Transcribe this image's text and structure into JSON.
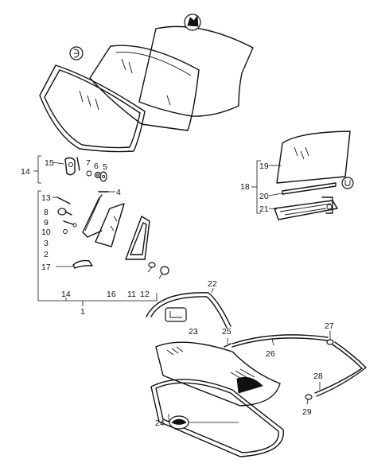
{
  "labels": {
    "l1": "1",
    "l2": "2",
    "l3": "3",
    "l4": "4",
    "l5": "5",
    "l6": "6",
    "l7": "7",
    "l8": "8",
    "l9": "9",
    "l10": "10",
    "l11": "11",
    "l12": "12",
    "l13": "13",
    "l14a": "14",
    "l14b": "14",
    "l15": "15",
    "l16": "16",
    "l17": "17",
    "l18": "18",
    "l19": "19",
    "l20": "20",
    "l21": "21",
    "l22": "22",
    "l23": "23",
    "l24": "24",
    "l25": "25",
    "l26": "26",
    "l27": "27",
    "l28": "28",
    "l29": "29"
  },
  "symbols": {
    "sym_e": "E",
    "sym_u": "U"
  },
  "icons": {
    "heated_glass": "heated-glass-symbol-icon",
    "tinted_glass": "tinted-glass-symbol-icon",
    "car_body": "car-body-symbol-icon",
    "targa_roof": "targa-roof-symbol-icon"
  }
}
